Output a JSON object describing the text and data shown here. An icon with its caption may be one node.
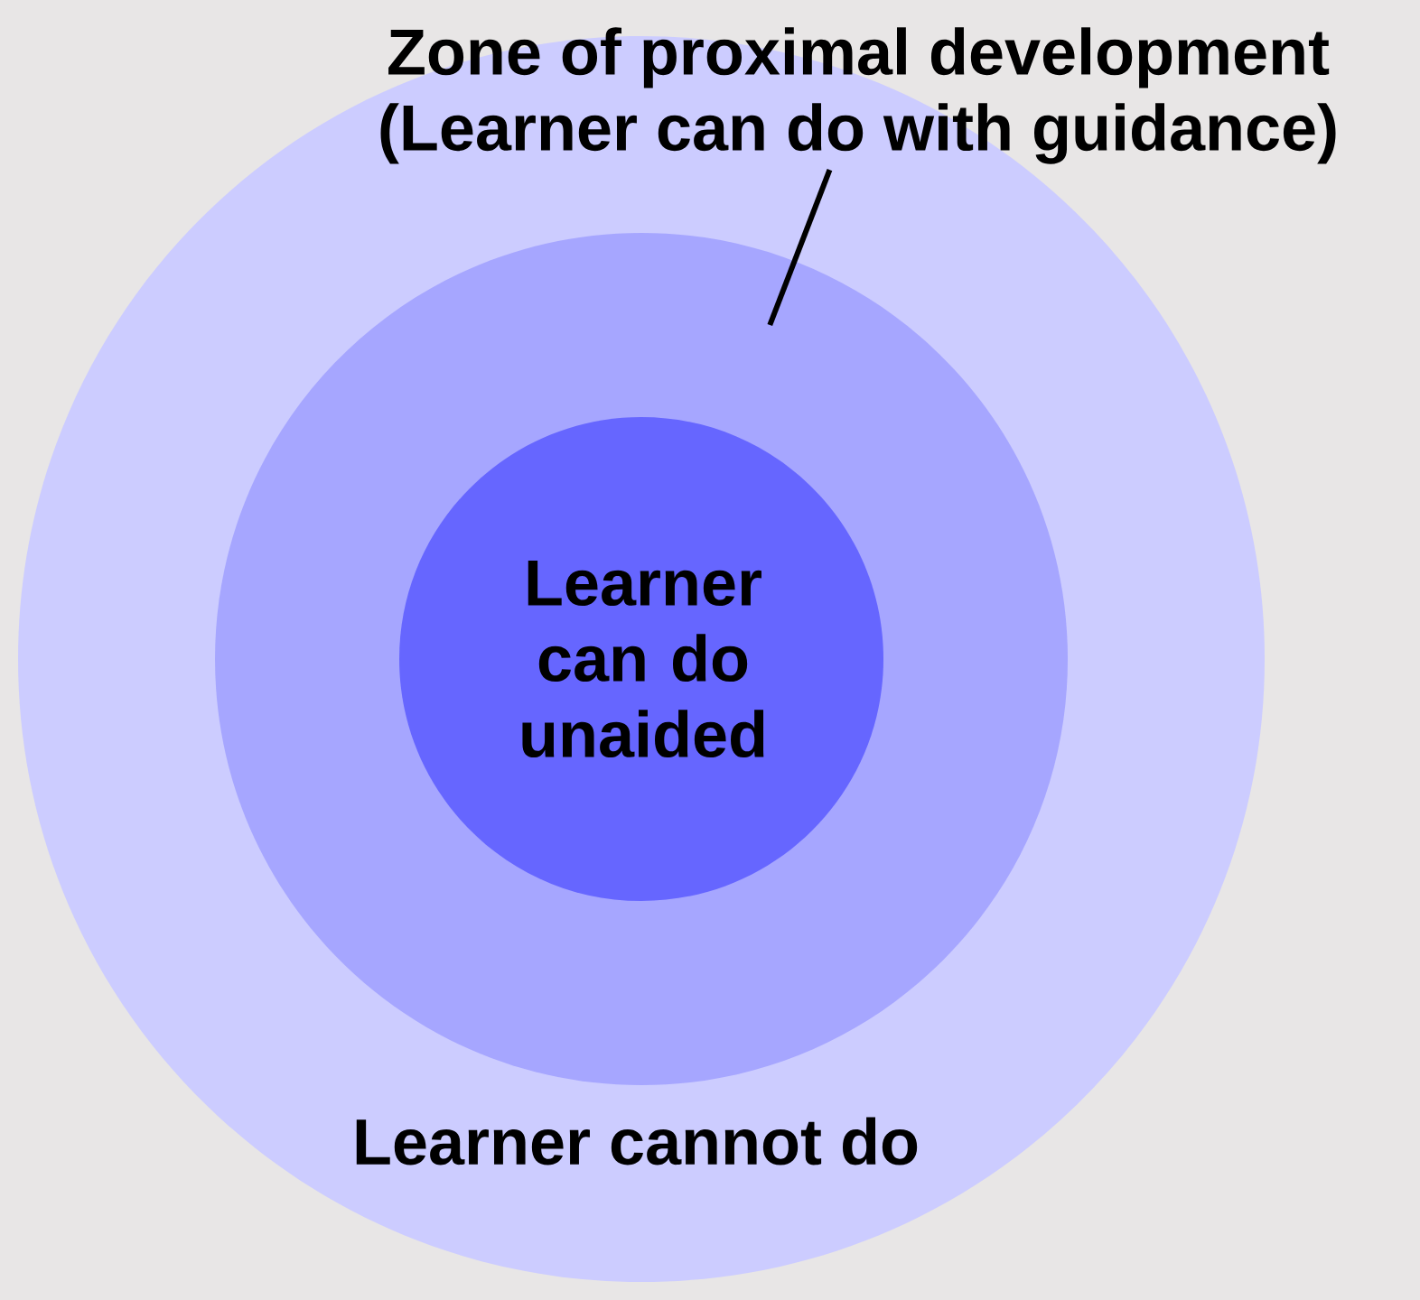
{
  "diagram": {
    "nodes": [
      {
        "text": [
          "Learner cannot do"
        ]
      },
      {
        "text": [],
        "shape": "circle",
        "in": 0
      },
      {
        "text": [
          "Learner can do unaided"
        ],
        "in": 1
      },
      {
        "text": [
          "Zone of proximal development",
          "(Learner can do with guidance)"
        ]
      }
    ],
    "edges": [
      {
        "from": 3,
        "to": 1,
        "arrow": "none"
      }
    ]
  }
}
